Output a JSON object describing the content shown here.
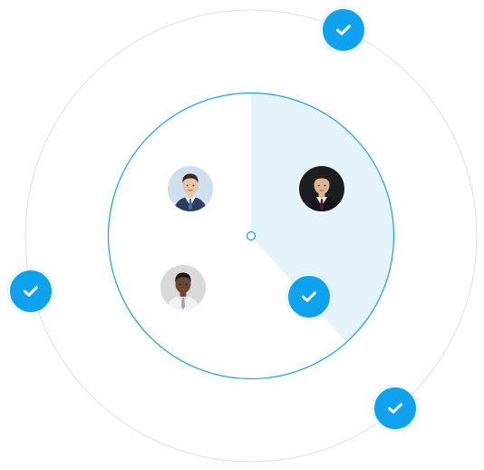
{
  "colors": {
    "accent": "#0fa2ee",
    "sweep_fill": "#e5f4fc",
    "outer_ring": "#e1e1e1",
    "inner_ring": "#1aa1e0",
    "check_glyph": "#ffffff"
  },
  "icons": {
    "check": "checkmark-icon",
    "avatar": "user-photo"
  },
  "radar": {
    "sweep_start_deg": 0,
    "sweep_end_deg": 138
  },
  "avatars": [
    {
      "name": "avatar-man-on-phone",
      "skin": "#e9c4a4",
      "hair": "#3a2a1e",
      "suit": "#2e3e62",
      "shirt": "#ffffff",
      "tie": "#3b6fb0",
      "bg": "#cfdfee"
    },
    {
      "name": "avatar-man-dark-suit",
      "skin": "#deb394",
      "hair": "#2a1a12",
      "suit": "#14161c",
      "shirt": "#ffffff",
      "tie": "#5a1a1a",
      "bg": "#1c1d20"
    },
    {
      "name": "avatar-man-white-coat",
      "skin": "#6b4632",
      "hair": "#1d1410",
      "suit": "#f2f2f2",
      "shirt": "#dcdcdc",
      "tie": "#9aa4ae",
      "bg": "#d9d9d9"
    }
  ],
  "checks": [
    {
      "name": "check-badge-top"
    },
    {
      "name": "check-badge-left"
    },
    {
      "name": "check-badge-inner"
    },
    {
      "name": "check-badge-bottom-right"
    }
  ]
}
